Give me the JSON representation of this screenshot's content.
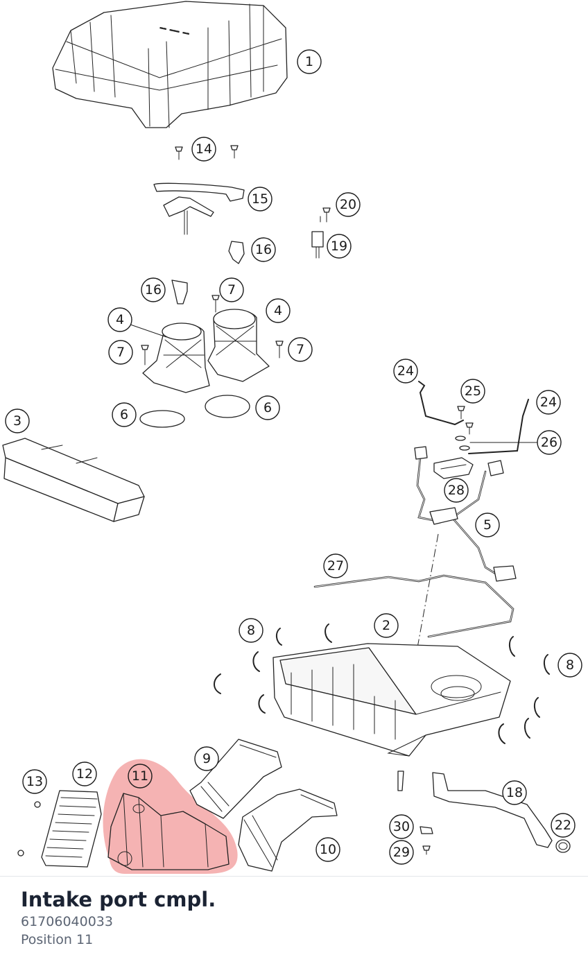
{
  "diagram": {
    "highlight_color": "#f08a8a",
    "highlighted_callout": "11",
    "callouts": [
      "1",
      "14",
      "15",
      "20",
      "16",
      "19",
      "16",
      "7",
      "4",
      "4",
      "7",
      "7",
      "6",
      "6",
      "3",
      "24",
      "25",
      "24",
      "26",
      "28",
      "5",
      "27",
      "2",
      "8",
      "8",
      "9",
      "11",
      "13",
      "12",
      "18",
      "30",
      "22",
      "29",
      "10"
    ]
  },
  "part": {
    "title": "Intake port cmpl.",
    "number": "61706040033",
    "position": "Position 11"
  }
}
